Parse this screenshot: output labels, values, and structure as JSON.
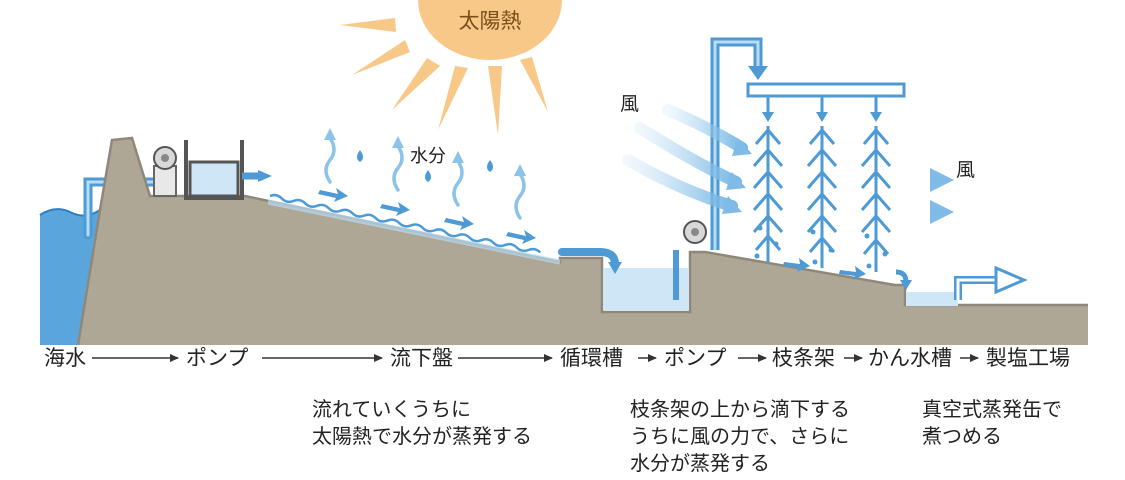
{
  "diagram": {
    "labels": {
      "sun": "太陽熱",
      "moisture": "水分",
      "wind_left": "風",
      "wind_right": "風"
    },
    "process": [
      {
        "id": "seawater",
        "label": "海水"
      },
      {
        "id": "pump1",
        "label": "ポンプ"
      },
      {
        "id": "flow_plate",
        "label": "流下盤"
      },
      {
        "id": "circulation_tank",
        "label": "循環槽"
      },
      {
        "id": "pump2",
        "label": "ポンプ"
      },
      {
        "id": "branch_rack",
        "label": "枝条架"
      },
      {
        "id": "brine_tank",
        "label": "かん水槽"
      },
      {
        "id": "salt_factory",
        "label": "製塩工場"
      }
    ],
    "notes": [
      {
        "id": "flow_plate_note",
        "text": "流れていくうちに\n太陽熱で水分が蒸発する"
      },
      {
        "id": "branch_rack_note",
        "text": "枝条架の上から滴下する\nうちに風の力で、さらに\n水分が蒸発する"
      },
      {
        "id": "brine_tank_note",
        "text": "真空式蒸発缶で\n煮つめる"
      }
    ],
    "colors": {
      "ground": "#aea796",
      "ground_edge": "#8f887a",
      "sea": "#5aa6dc",
      "pipe": "#4d9ad4",
      "pipe_light": "#b8dcf4",
      "wind": "#8cc3e8",
      "sun": "#f8c889",
      "arrow": "#333333"
    }
  }
}
